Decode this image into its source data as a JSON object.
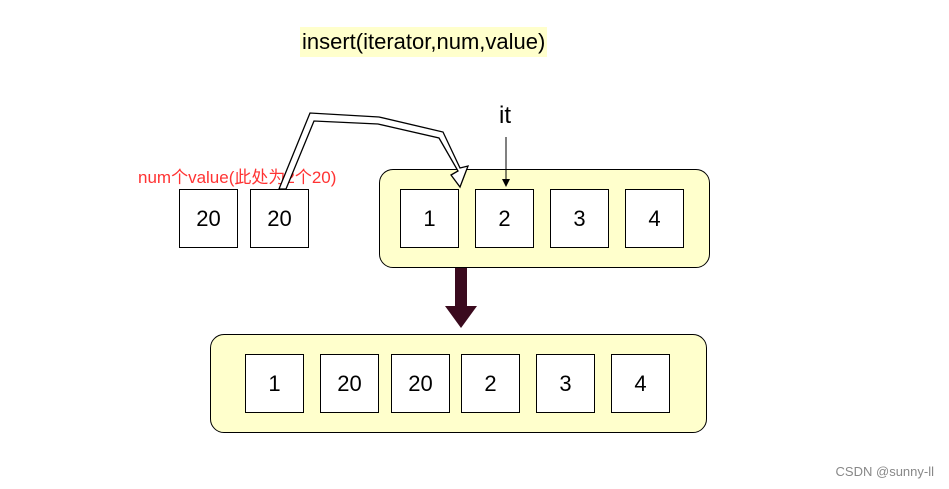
{
  "title": "insert(iterator,num,value)",
  "iterator_label": "it",
  "annotation": "num个value(此处为2个20)",
  "new_values": [
    "20",
    "20"
  ],
  "original": [
    "1",
    "2",
    "3",
    "4"
  ],
  "result": [
    "1",
    "20",
    "20",
    "2",
    "3",
    "4"
  ],
  "watermark": "CSDN @sunny-ll",
  "colors": {
    "container_fill": "#ffffcc",
    "annotation": "#ff3333",
    "down_arrow": "#3a0a1e"
  }
}
